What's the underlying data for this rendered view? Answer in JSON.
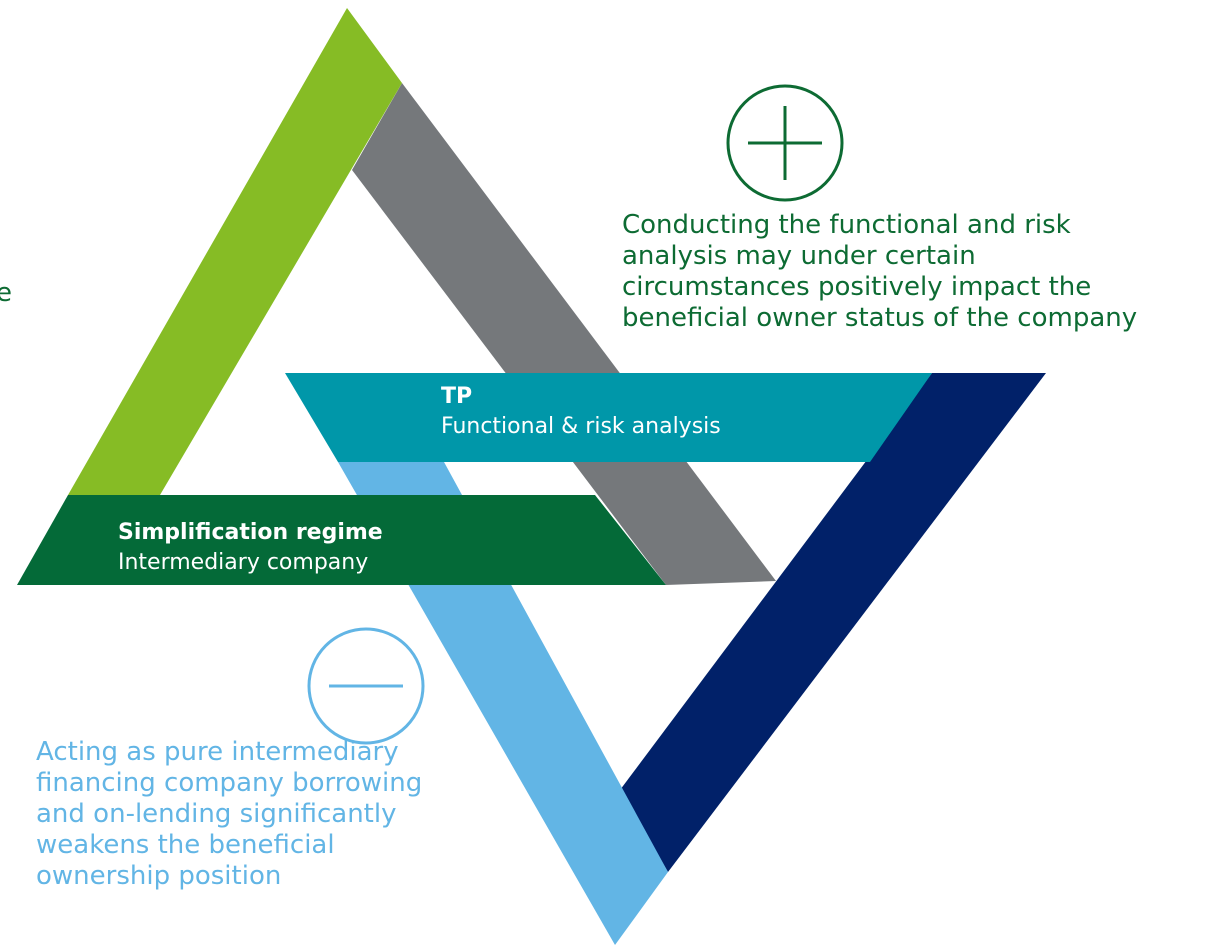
{
  "colors": {
    "light_green": "#86bc25",
    "grey": "#75787b",
    "teal": "#0097a9",
    "navy": "#012169",
    "light_blue": "#62b5e5",
    "dark_green": "#046a38",
    "note_green": "#0d6b33",
    "note_blue": "#62b5e5"
  },
  "icons": {
    "positive": "plus-circle-icon",
    "negative": "minus-circle-icon"
  },
  "tp_band": {
    "title": "TP",
    "subtitle": "Functional & risk analysis"
  },
  "simplification_band": {
    "title": "Simplification regime",
    "subtitle": "Intermediary company"
  },
  "positive_note": {
    "lines": [
      "Conducting the functional and risk",
      "analysis  may under certain",
      "circumstances positively impact the",
      "beneficial owner status of the company"
    ]
  },
  "negative_note": {
    "lines": [
      "Acting as pure intermediary",
      "financing company borrowing",
      "and on-lending significantly",
      "weakens the beneficial",
      "ownership position"
    ]
  },
  "edge_fragment": "e"
}
